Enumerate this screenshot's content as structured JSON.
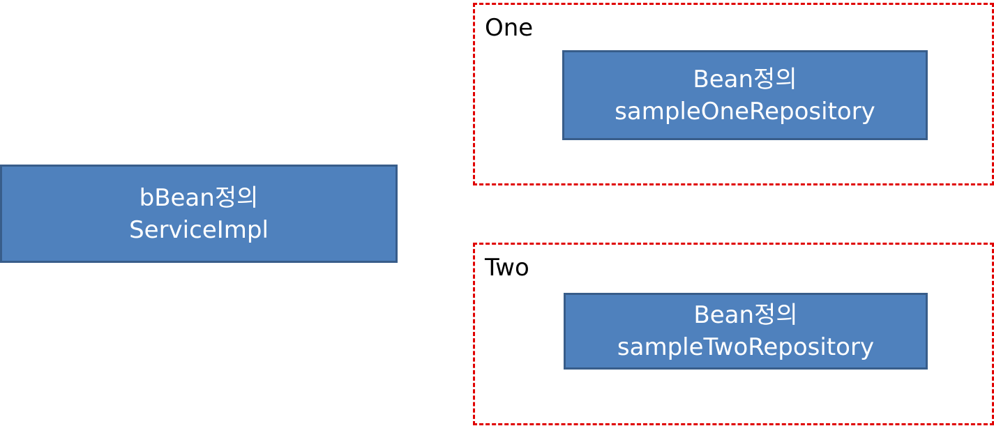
{
  "service": {
    "line1": "bBean정의",
    "line2": "ServiceImpl"
  },
  "groups": [
    {
      "label": "One",
      "bean": {
        "line1": "Bean정의",
        "line2": "sampleOneRepository"
      }
    },
    {
      "label": "Two",
      "bean": {
        "line1": "Bean정의",
        "line2": "sampleTwoRepository"
      }
    }
  ],
  "colors": {
    "box_fill": "#4f81bd",
    "box_border": "#385d8a",
    "box_text": "#ffffff",
    "group_border": "#e00000",
    "label_text": "#000000"
  }
}
